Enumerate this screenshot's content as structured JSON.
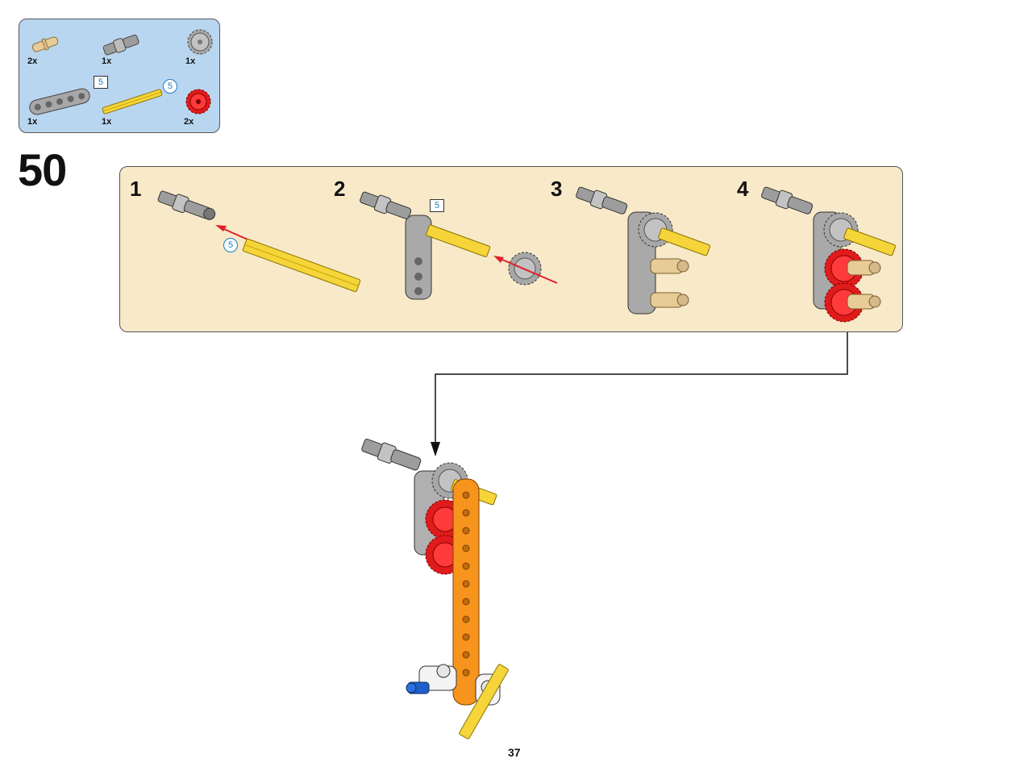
{
  "parts_list": {
    "items": [
      {
        "name": "tan-friction-pin",
        "qty": "2x",
        "color": "#e8cc97"
      },
      {
        "name": "universal-joint",
        "qty": "1x",
        "color": "#9d9d9d"
      },
      {
        "name": "gray-gear-16",
        "qty": "1x",
        "color": "#a7a7a7"
      },
      {
        "name": "gray-beam-5",
        "qty": "1x",
        "color": "#a7a7a7",
        "length": "5"
      },
      {
        "name": "yellow-axle-5",
        "qty": "1x",
        "color": "#f5d53a",
        "length": "5"
      },
      {
        "name": "red-gear-16",
        "qty": "2x",
        "color": "#e01b1b"
      }
    ]
  },
  "step": {
    "number": "50",
    "substeps": [
      {
        "label": "1",
        "callout": "5"
      },
      {
        "label": "2",
        "callout": "5"
      },
      {
        "label": "3"
      },
      {
        "label": "4"
      }
    ]
  },
  "colors": {
    "parts_bg": "#b9d6f0",
    "substep_bg": "#f8e9c9",
    "arrow_red": "#e0202a",
    "orange_beam": "#f7941d"
  },
  "page": {
    "number": "37"
  }
}
